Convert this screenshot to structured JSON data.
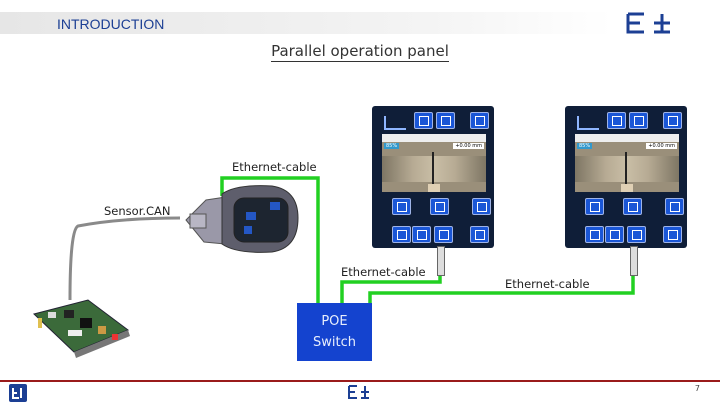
{
  "header": {
    "title": "INTRODUCTION"
  },
  "slide": {
    "title": "Parallel operation panel",
    "page_number": "7"
  },
  "labels": {
    "ethernet_top": "Ethernet-cable",
    "sensor_can": "Sensor.CAN",
    "ethernet_mid": "Ethernet-cable",
    "ethernet_right": "Ethernet-cable"
  },
  "switch": {
    "line1": "POE",
    "line2": "Switch"
  },
  "panels": [
    {
      "readout_left": "85%",
      "readout_right": "+0.00 mm"
    },
    {
      "readout_left": "85%",
      "readout_right": "+0.00 mm"
    }
  ],
  "colors": {
    "cable": "#22d022",
    "switch": "#1443cf",
    "header_text": "#1c3f94",
    "footer_line": "#9a1b1b"
  }
}
